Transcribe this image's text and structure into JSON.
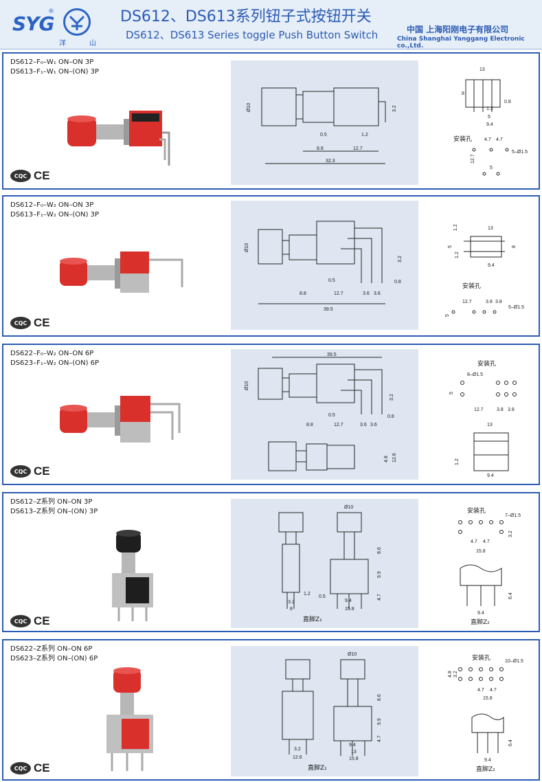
{
  "header": {
    "logo_text": "SYG",
    "logo_reg": "®",
    "logo_chars": [
      "洋",
      "山"
    ],
    "title_cn": "DS612、DS613系列钮子式按钮开关",
    "title_en": "DS612、DS613 Series toggle Push Button Switch",
    "company_cn": "中国  上海阳刚电子有限公司",
    "company_en": "China Shanghai Yanggang Electronic co.,Ltd."
  },
  "certifications": [
    "CQC",
    "CE"
  ],
  "sections": [
    {
      "line1": "DS612–F₀–W₁  ON–ON    3P",
      "line2": "DS613–F₁–W₁  ON–(ON)  3P",
      "dims": {
        "dia": "Ø10",
        "d1": "0.5",
        "d2": "1.2",
        "d3": "8.8",
        "d4": "12.7",
        "d5": "32.3",
        "d6": "3.2",
        "r1": "13",
        "r2": "8",
        "r3": "1.2",
        "r4": "0.8",
        "r5": "5",
        "r6": "9.4",
        "hole_label": "安装孔",
        "h1": "4.7",
        "h2": "4.7",
        "h3": "5–Ø1.5",
        "h4": "12.7",
        "h5": "5"
      }
    },
    {
      "line1": "DS612–F₀–W₂  ON–ON    3P",
      "line2": "DS613–F₁–W₂  ON–(ON)  3P",
      "dims": {
        "dia": "Ø10",
        "d1": "0.5",
        "d2": "0.8",
        "d3": "8.8",
        "d4": "12.7",
        "d5": "3.6",
        "d6": "3.6",
        "d7": "39.5",
        "d8": "3.2",
        "r1": "13",
        "r2": "1.2",
        "r3": "5",
        "r4": "1.2",
        "r5": "8",
        "r6": "9.4",
        "hole_label": "安装孔",
        "h1": "12.7",
        "h2": "3.8",
        "h3": "3.8",
        "h4": "5–Ø1.5",
        "h5": "5"
      }
    },
    {
      "line1": "DS622–F₀–W₂  ON–ON    6P",
      "line2": "DS623–F₁–W₂  ON–(ON)  6P",
      "dims": {
        "dia": "Ø10",
        "d1": "39.5",
        "d2": "3.2",
        "d3": "0.5",
        "d4": "0.8",
        "d5": "8.8",
        "d6": "12.7",
        "d7": "3.6",
        "d8": "3.6",
        "d9": "4.8",
        "d10": "12.6",
        "hole_label": "安装孔",
        "h1": "8–Ø1.5",
        "h2": "5",
        "h3": "12.7",
        "h4": "3.8",
        "h5": "3.8",
        "r1": "13",
        "r2": "1.2",
        "r3": "9.4"
      }
    },
    {
      "line1": "DS612–Z系列  ON–ON    3P",
      "line2": "DS613–Z系列  ON–(ON)  3P",
      "dims": {
        "dia": "Ø10",
        "d1": "8.6",
        "d2": "9.9",
        "d3": "1.2",
        "d4": "0.5",
        "d5": "4.7",
        "d6": "3.2",
        "d7": "8",
        "d8": "9.4",
        "d9": "15.8",
        "caption": "直脚Z₁",
        "hole_label": "安装孔",
        "h1": "7–Ø1.5",
        "h2": "4.7",
        "h3": "4.7",
        "h4": "3.2",
        "h5": "15.8",
        "r1": "6.4",
        "r2": "9.4",
        "caption2": "直脚Z₂"
      }
    },
    {
      "line1": "DS622–Z系列  ON–ON    6P",
      "line2": "DS623–Z系列  ON–(ON)  6P",
      "dims": {
        "dia": "Ø10",
        "d1": "8.6",
        "d2": "9.9",
        "d3": "4.7",
        "d4": "3.2",
        "d5": "12.6",
        "d6": "9.4",
        "d7": "13",
        "d8": "15.8",
        "caption": "直脚Z₁",
        "hole_label": "安装孔",
        "h1": "10–Ø1.5",
        "h2": "4.8",
        "h3": "3.2",
        "h4": "4.7",
        "h5": "4.7",
        "h6": "15.8",
        "r1": "6.4",
        "r2": "9.4",
        "caption2": "直脚Z₂"
      }
    }
  ],
  "colors": {
    "accent": "#2b5bb3",
    "panel": "#dfe6f1",
    "cap_red": "#d9302c",
    "cap_black": "#1e1e1e"
  }
}
